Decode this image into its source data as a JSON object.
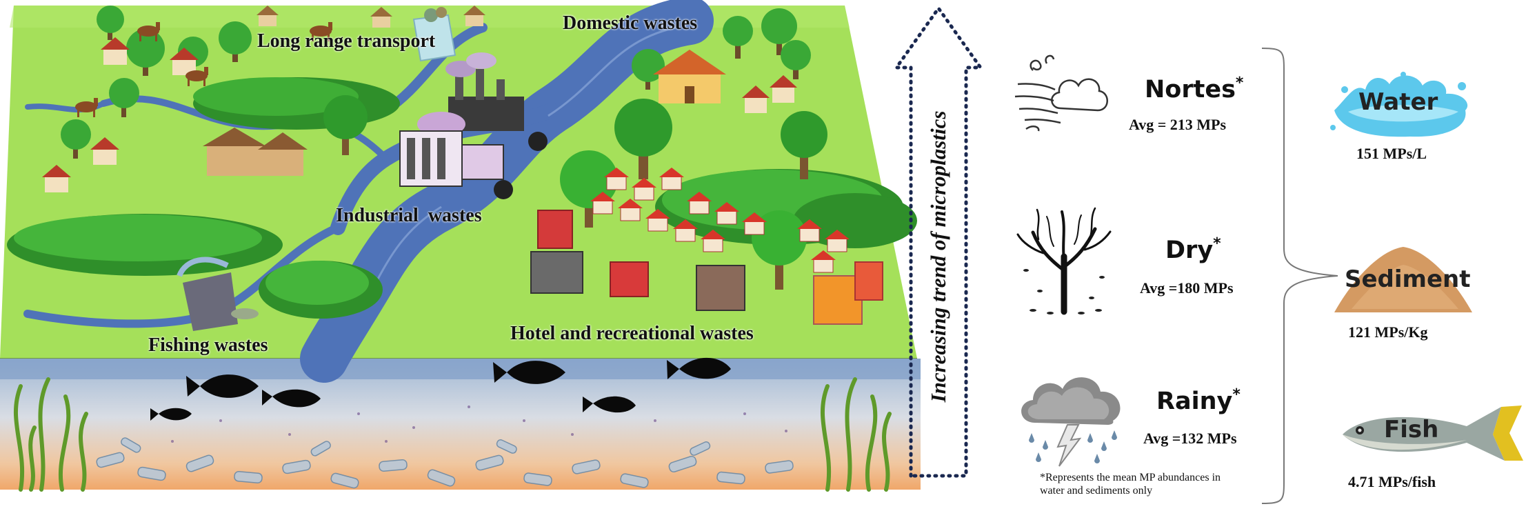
{
  "scene": {
    "labels": {
      "long_range": "Long range transport",
      "domestic": "Domestic wastes",
      "industrial": "Industrial  wastes",
      "fishing": "Fishing wastes",
      "hotel": "Hotel and recreational wastes"
    }
  },
  "trend": {
    "label": "Increasing trend of microplastics"
  },
  "seasons": [
    {
      "name": "Nortes",
      "mark": "*",
      "avg": "Avg = 213 MPs",
      "icon": "wind-cloud-icon"
    },
    {
      "name": "Dry",
      "mark": "*",
      "avg": "Avg =180 MPs",
      "icon": "bare-tree-icon"
    },
    {
      "name": "Rainy",
      "mark": "*",
      "avg": "Avg =132 MPs",
      "icon": "storm-cloud-icon"
    }
  ],
  "footnote": "*Represents the mean MP abundances in water and sediments only",
  "compartments": [
    {
      "name": "Water",
      "value": "151 MPs/L",
      "icon": "water-splash-icon"
    },
    {
      "name": "Sediment",
      "value": "121 MPs/Kg",
      "icon": "sand-pile-icon"
    },
    {
      "name": "Fish",
      "value": "4.71 MPs/fish",
      "icon": "fish-icon"
    }
  ]
}
